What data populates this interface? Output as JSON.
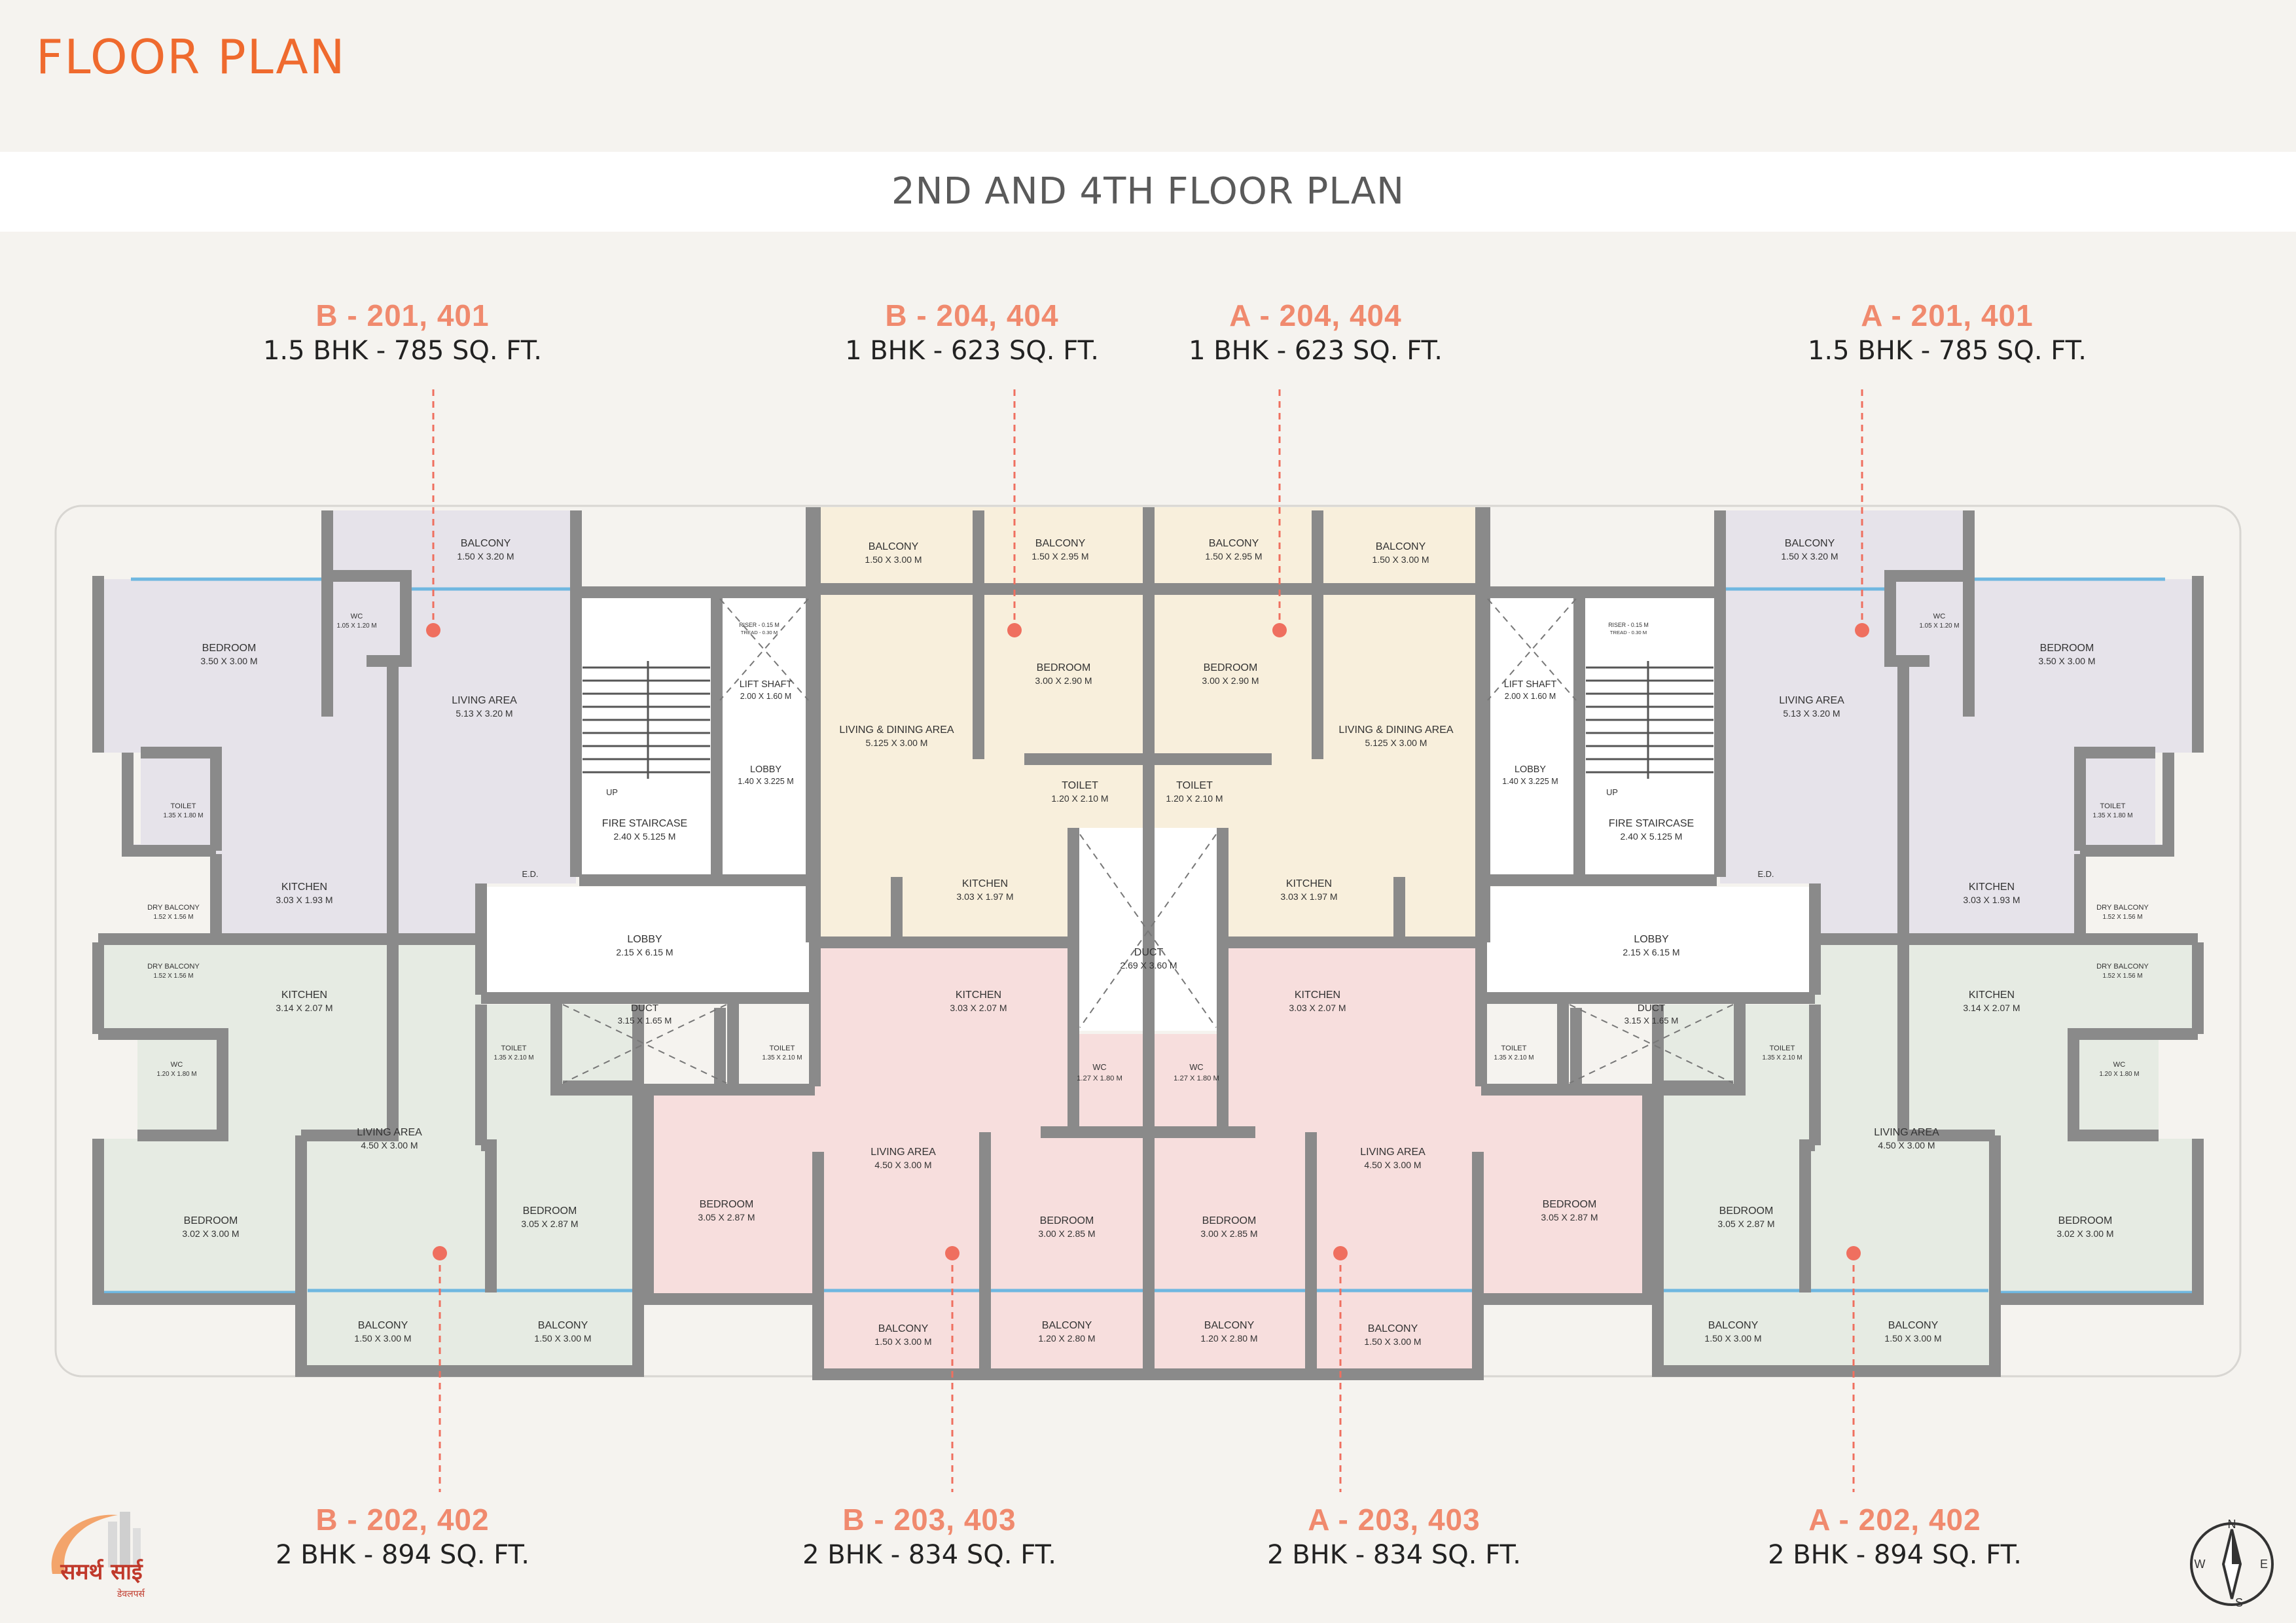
{
  "header": {
    "title": "FLOOR PLAN",
    "subtitle": "2ND AND 4TH FLOOR PLAN"
  },
  "units": {
    "b201": {
      "code": "B - 201, 401",
      "area": "1.5 BHK - 785 SQ. FT."
    },
    "b204": {
      "code": "B - 204, 404",
      "area": "1 BHK - 623 SQ. FT."
    },
    "a204": {
      "code": "A - 204, 404",
      "area": "1 BHK - 623 SQ. FT."
    },
    "a201": {
      "code": "A - 201, 401",
      "area": "1.5 BHK - 785 SQ. FT."
    },
    "b202": {
      "code": "B - 202, 402",
      "area": "2 BHK - 894 SQ. FT."
    },
    "b203": {
      "code": "B - 203, 403",
      "area": "2 BHK - 834 SQ. FT."
    },
    "a203": {
      "code": "A - 203, 403",
      "area": "2 BHK - 834 SQ. FT."
    },
    "a202": {
      "code": "A - 202, 402",
      "area": "2 BHK - 894 SQ. FT."
    }
  },
  "rooms": [
    {
      "name": "BALCONY",
      "dim": "1.50 X 3.20 M"
    },
    {
      "name": "WC",
      "dim": "1.05 X 1.20 M"
    },
    {
      "name": "BEDROOM",
      "dim": "3.50 X 3.00 M"
    },
    {
      "name": "LIVING AREA",
      "dim": "5.13 X 3.20 M"
    },
    {
      "name": "TOILET",
      "dim": "1.35 X 1.80 M"
    },
    {
      "name": "KITCHEN",
      "dim": "3.03 X 1.93 M"
    },
    {
      "name": "DRY BALCONY",
      "dim": "1.52 X 1.56 M"
    },
    {
      "name": "FIRE STAIRCASE",
      "dim": "2.40 X 5.125 M"
    },
    {
      "name": "LIFT SHAFT",
      "dim": "2.00 X 1.60 M"
    },
    {
      "name": "LOBBY",
      "dim": "1.40 X 3.225 M"
    },
    {
      "name": "E.D.",
      "dim": ""
    },
    {
      "name": "LOBBY",
      "dim": "2.15 X 6.15 M"
    },
    {
      "name": "BALCONY",
      "dim": "1.50 X 3.00 M"
    },
    {
      "name": "BALCONY",
      "dim": "1.50 X 2.95 M"
    },
    {
      "name": "BEDROOM",
      "dim": "3.00 X 2.90 M"
    },
    {
      "name": "LIVING & DINING AREA",
      "dim": "5.125 X 3.00 M"
    },
    {
      "name": "TOILET",
      "dim": "1.20 X 2.10 M"
    },
    {
      "name": "KITCHEN",
      "dim": "3.03 X 1.97 M"
    },
    {
      "name": "DUCT",
      "dim": "2.69 X 3.60 M"
    },
    {
      "name": "DUCT",
      "dim": "3.15 X 1.65 M"
    },
    {
      "name": "KITCHEN",
      "dim": "3.14 X 2.07 M"
    },
    {
      "name": "WC",
      "dim": "1.20 X 1.80 M"
    },
    {
      "name": "LIVING AREA",
      "dim": "4.50 X 3.00 M"
    },
    {
      "name": "BEDROOM",
      "dim": "3.02 X 3.00 M"
    },
    {
      "name": "TOILET",
      "dim": "1.35 X 2.10 M"
    },
    {
      "name": "BEDROOM",
      "dim": "3.05 X 2.87 M"
    },
    {
      "name": "KITCHEN",
      "dim": "3.03 X 2.07 M"
    },
    {
      "name": "WC",
      "dim": "1.27 X 1.80 M"
    },
    {
      "name": "BEDROOM",
      "dim": "3.00 X 2.85 M"
    },
    {
      "name": "BALCONY",
      "dim": "1.20 X 2.80 M"
    },
    {
      "name": "UP",
      "dim": ""
    },
    {
      "name": "RISER - 0.15 M",
      "dim": "TREAD - 0.30 M"
    }
  ],
  "compass": {
    "n": "N",
    "e": "E",
    "s": "S",
    "w": "W"
  },
  "logo": {
    "text": "समर्थ साई",
    "sub": "डेवलपर्स"
  },
  "colors": {
    "title": "#ef6a2e",
    "unit_code": "#f08a6e",
    "wall": "#8a8a8a",
    "lavender": "#e6e3ea",
    "mint": "#e6ebe3",
    "cream": "#f8efdc",
    "pink": "#f7dedd",
    "marker": "#ef6f5f"
  }
}
